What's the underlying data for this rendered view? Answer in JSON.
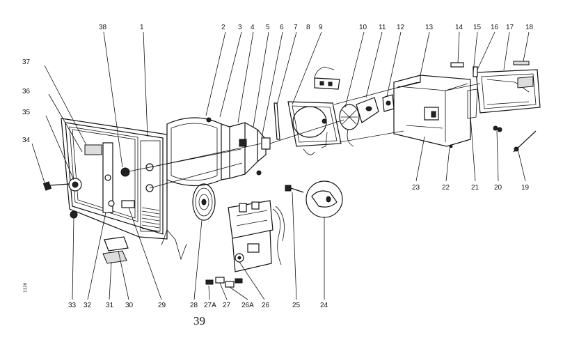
{
  "figure_number": "39",
  "side_code": "1126",
  "callouts": [
    {
      "id": "c1",
      "text": "1"
    },
    {
      "id": "c2",
      "text": "2"
    },
    {
      "id": "c3",
      "text": "3"
    },
    {
      "id": "c4",
      "text": "4"
    },
    {
      "id": "c5",
      "text": "5"
    },
    {
      "id": "c6",
      "text": "6"
    },
    {
      "id": "c7",
      "text": "7"
    },
    {
      "id": "c8",
      "text": "8"
    },
    {
      "id": "c9",
      "text": "9"
    },
    {
      "id": "c10",
      "text": "10"
    },
    {
      "id": "c11",
      "text": "11"
    },
    {
      "id": "c12",
      "text": "12"
    },
    {
      "id": "c13",
      "text": "13"
    },
    {
      "id": "c14",
      "text": "14"
    },
    {
      "id": "c15",
      "text": "15"
    },
    {
      "id": "c16",
      "text": "16"
    },
    {
      "id": "c17",
      "text": "17"
    },
    {
      "id": "c18",
      "text": "18"
    },
    {
      "id": "c19",
      "text": "19"
    },
    {
      "id": "c20",
      "text": "20"
    },
    {
      "id": "c21",
      "text": "21"
    },
    {
      "id": "c22",
      "text": "22"
    },
    {
      "id": "c23",
      "text": "23"
    },
    {
      "id": "c24",
      "text": "24"
    },
    {
      "id": "c25",
      "text": "25"
    },
    {
      "id": "c26",
      "text": "26"
    },
    {
      "id": "c26a",
      "text": "26A"
    },
    {
      "id": "c27",
      "text": "27"
    },
    {
      "id": "c27a",
      "text": "27A"
    },
    {
      "id": "c28",
      "text": "28"
    },
    {
      "id": "c29",
      "text": "29"
    },
    {
      "id": "c30",
      "text": "30"
    },
    {
      "id": "c31",
      "text": "31"
    },
    {
      "id": "c32",
      "text": "32"
    },
    {
      "id": "c33",
      "text": "33"
    },
    {
      "id": "c34",
      "text": "34"
    },
    {
      "id": "c35",
      "text": "35"
    },
    {
      "id": "c36",
      "text": "36"
    },
    {
      "id": "c37",
      "text": "37"
    },
    {
      "id": "c38",
      "text": "38"
    }
  ]
}
